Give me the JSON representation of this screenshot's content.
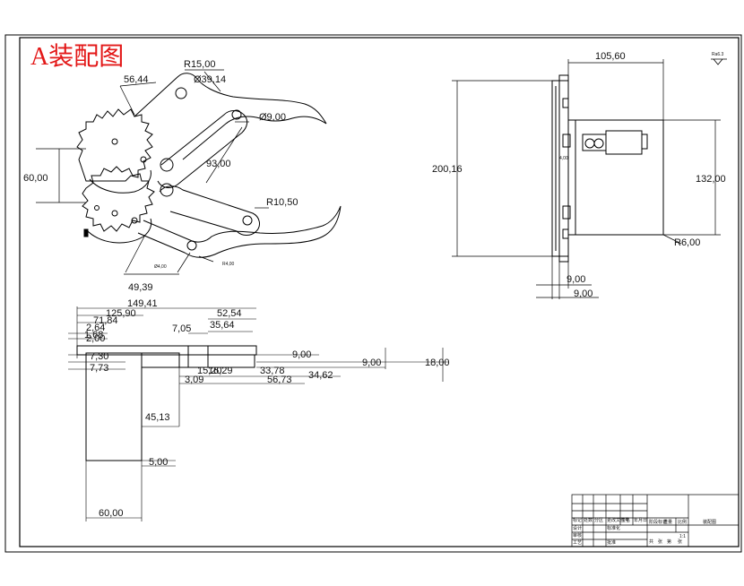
{
  "title": "A装配图",
  "colors": {
    "title": "#e31818",
    "line": "#000000",
    "background": "#ffffff"
  },
  "roughness_mark": "Ra6.3",
  "gripper_dims": {
    "r15": "R15,00",
    "d39": "Ø39,14",
    "d5644": "56,44",
    "d9": "Ø9,00",
    "d93": "93,00",
    "d60": "60,00",
    "r10": "R10,50",
    "d4939": "49,39",
    "tiny_a": "Ø4,00",
    "tiny_b": "R4,00"
  },
  "side_dims": {
    "w10560": "105,60",
    "h20016": "200,16",
    "h13200": "132,00",
    "r6": "R6,00",
    "b900a": "9,00",
    "b900b": "9,00",
    "small_mark": "4,00"
  },
  "plan_dims": {
    "d14941": "149,41",
    "d12590": "125,90",
    "d7184": "71,84",
    "d5254": "52,54",
    "d3564": "35,64",
    "d705": "7,05",
    "d264": "2,64",
    "d168": "1,68",
    "d200": "2,00",
    "d700": "9,00",
    "d730": "7,30",
    "d773": "7,73",
    "d1520": "15,20",
    "d1500": "16,29",
    "d3778": "33,78",
    "d5673": "56,73",
    "d3462": "34,62",
    "d309": "3,09",
    "d900": "9,00",
    "d1800": "18,00",
    "d4513": "45,13",
    "d500": "5,00",
    "d6000": "60,00"
  },
  "title_block": {
    "name": "装配图",
    "scale": "1:1",
    "cells": [
      "标记",
      "处数",
      "分区",
      "更改文件号",
      "签名",
      "年月日",
      "设计",
      "标准化",
      "阶段标记",
      "重量",
      "比例",
      "审核",
      "工艺",
      "批准",
      "共",
      "张",
      "第",
      "张"
    ]
  }
}
